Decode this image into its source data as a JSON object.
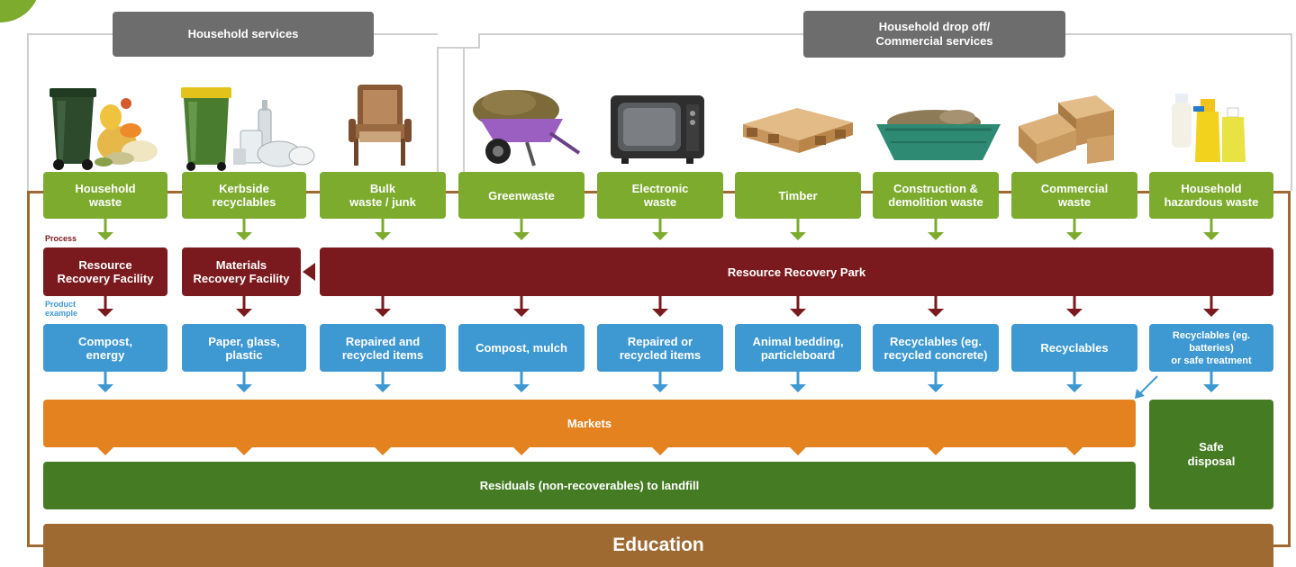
{
  "headers": {
    "household_services": "Household services",
    "household_dropoff": "Household drop off/\nCommercial services"
  },
  "labels": {
    "process": "Process",
    "product_example": "Product\nexample"
  },
  "waste_streams": [
    {
      "label": "Household\nwaste",
      "icon": "wheelie-bin-food-scraps-icon"
    },
    {
      "label": "Kerbside\nrecyclables",
      "icon": "recycling-bin-bottles-icon"
    },
    {
      "label": "Bulk\nwaste / junk",
      "icon": "old-chair-icon"
    },
    {
      "label": "Greenwaste",
      "icon": "wheelbarrow-greenwaste-icon"
    },
    {
      "label": "Electronic\nwaste",
      "icon": "old-television-icon"
    },
    {
      "label": "Timber",
      "icon": "timber-pallet-icon"
    },
    {
      "label": "Construction &\ndemolition waste",
      "icon": "skip-bin-icon"
    },
    {
      "label": "Commercial\nwaste",
      "icon": "cardboard-boxes-icon"
    },
    {
      "label": "Household\nhazardous waste",
      "icon": "chemical-bottles-icon"
    }
  ],
  "processes": {
    "resource_recovery_facility": "Resource\nRecovery Facility",
    "materials_recovery_facility": "Materials\nRecovery Facility",
    "resource_recovery_park": "Resource Recovery Park"
  },
  "products": [
    "Compost,\nenergy",
    "Paper, glass,\nplastic",
    "Repaired and\nrecycled items",
    "Compost, mulch",
    "Repaired or\nrecycled items",
    "Animal bedding,\nparticleboard",
    "Recyclables (eg.\nrecycled concrete)",
    "Recyclables",
    "Recyclables (eg. batteries)\nor safe treatment"
  ],
  "outcomes": {
    "markets": "Markets",
    "safe_disposal": "Safe\ndisposal",
    "landfill": "Residuals (non-recoverables) to landfill",
    "education": "Education"
  },
  "colors": {
    "stream_green": "#7cab2e",
    "process_red": "#7a1a1e",
    "product_blue": "#3e98d1",
    "markets_orange": "#e3821f",
    "disposal_green": "#447b23",
    "education_brown": "#9e6a32",
    "header_gray": "#6d6d6d"
  }
}
